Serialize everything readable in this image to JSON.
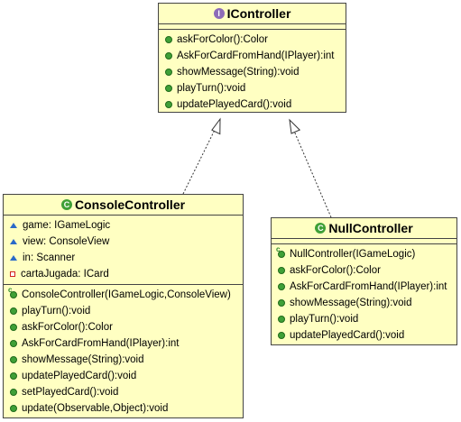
{
  "diagram": {
    "interface": {
      "badge": "I",
      "name": "IController",
      "methods": [
        "askForColor():Color",
        "AskForCardFromHand(IPlayer):int",
        "showMessage(String):void",
        "playTurn():void",
        "updatePlayedCard():void"
      ]
    },
    "console": {
      "badge": "C",
      "name": "ConsoleController",
      "fields": [
        {
          "visibility": "package",
          "text": "game: IGameLogic"
        },
        {
          "visibility": "package",
          "text": "view: ConsoleView"
        },
        {
          "visibility": "package",
          "text": "in: Scanner"
        },
        {
          "visibility": "private",
          "text": "cartaJugada: ICard"
        }
      ],
      "methods": [
        {
          "kind": "constructor",
          "text": "ConsoleController(IGameLogic,ConsoleView)"
        },
        {
          "kind": "public",
          "text": "playTurn():void"
        },
        {
          "kind": "public",
          "text": "askForColor():Color"
        },
        {
          "kind": "public",
          "text": "AskForCardFromHand(IPlayer):int"
        },
        {
          "kind": "public",
          "text": "showMessage(String):void"
        },
        {
          "kind": "public",
          "text": "updatePlayedCard():void"
        },
        {
          "kind": "public",
          "text": "setPlayedCard():void"
        },
        {
          "kind": "public",
          "text": "update(Observable,Object):void"
        }
      ]
    },
    "null": {
      "badge": "C",
      "name": "NullController",
      "methods": [
        {
          "kind": "constructor",
          "text": "NullController(IGameLogic)"
        },
        {
          "kind": "public",
          "text": "askForColor():Color"
        },
        {
          "kind": "public",
          "text": "AskForCardFromHand(IPlayer):int"
        },
        {
          "kind": "public",
          "text": "showMessage(String):void"
        },
        {
          "kind": "public",
          "text": "playTurn():void"
        },
        {
          "kind": "public",
          "text": "updatePlayedCard():void"
        }
      ]
    },
    "colors": {
      "box_fill": "#ffffc2",
      "border": "#444444",
      "interface_badge": "#8d6bb8",
      "class_badge": "#3fa037"
    }
  }
}
